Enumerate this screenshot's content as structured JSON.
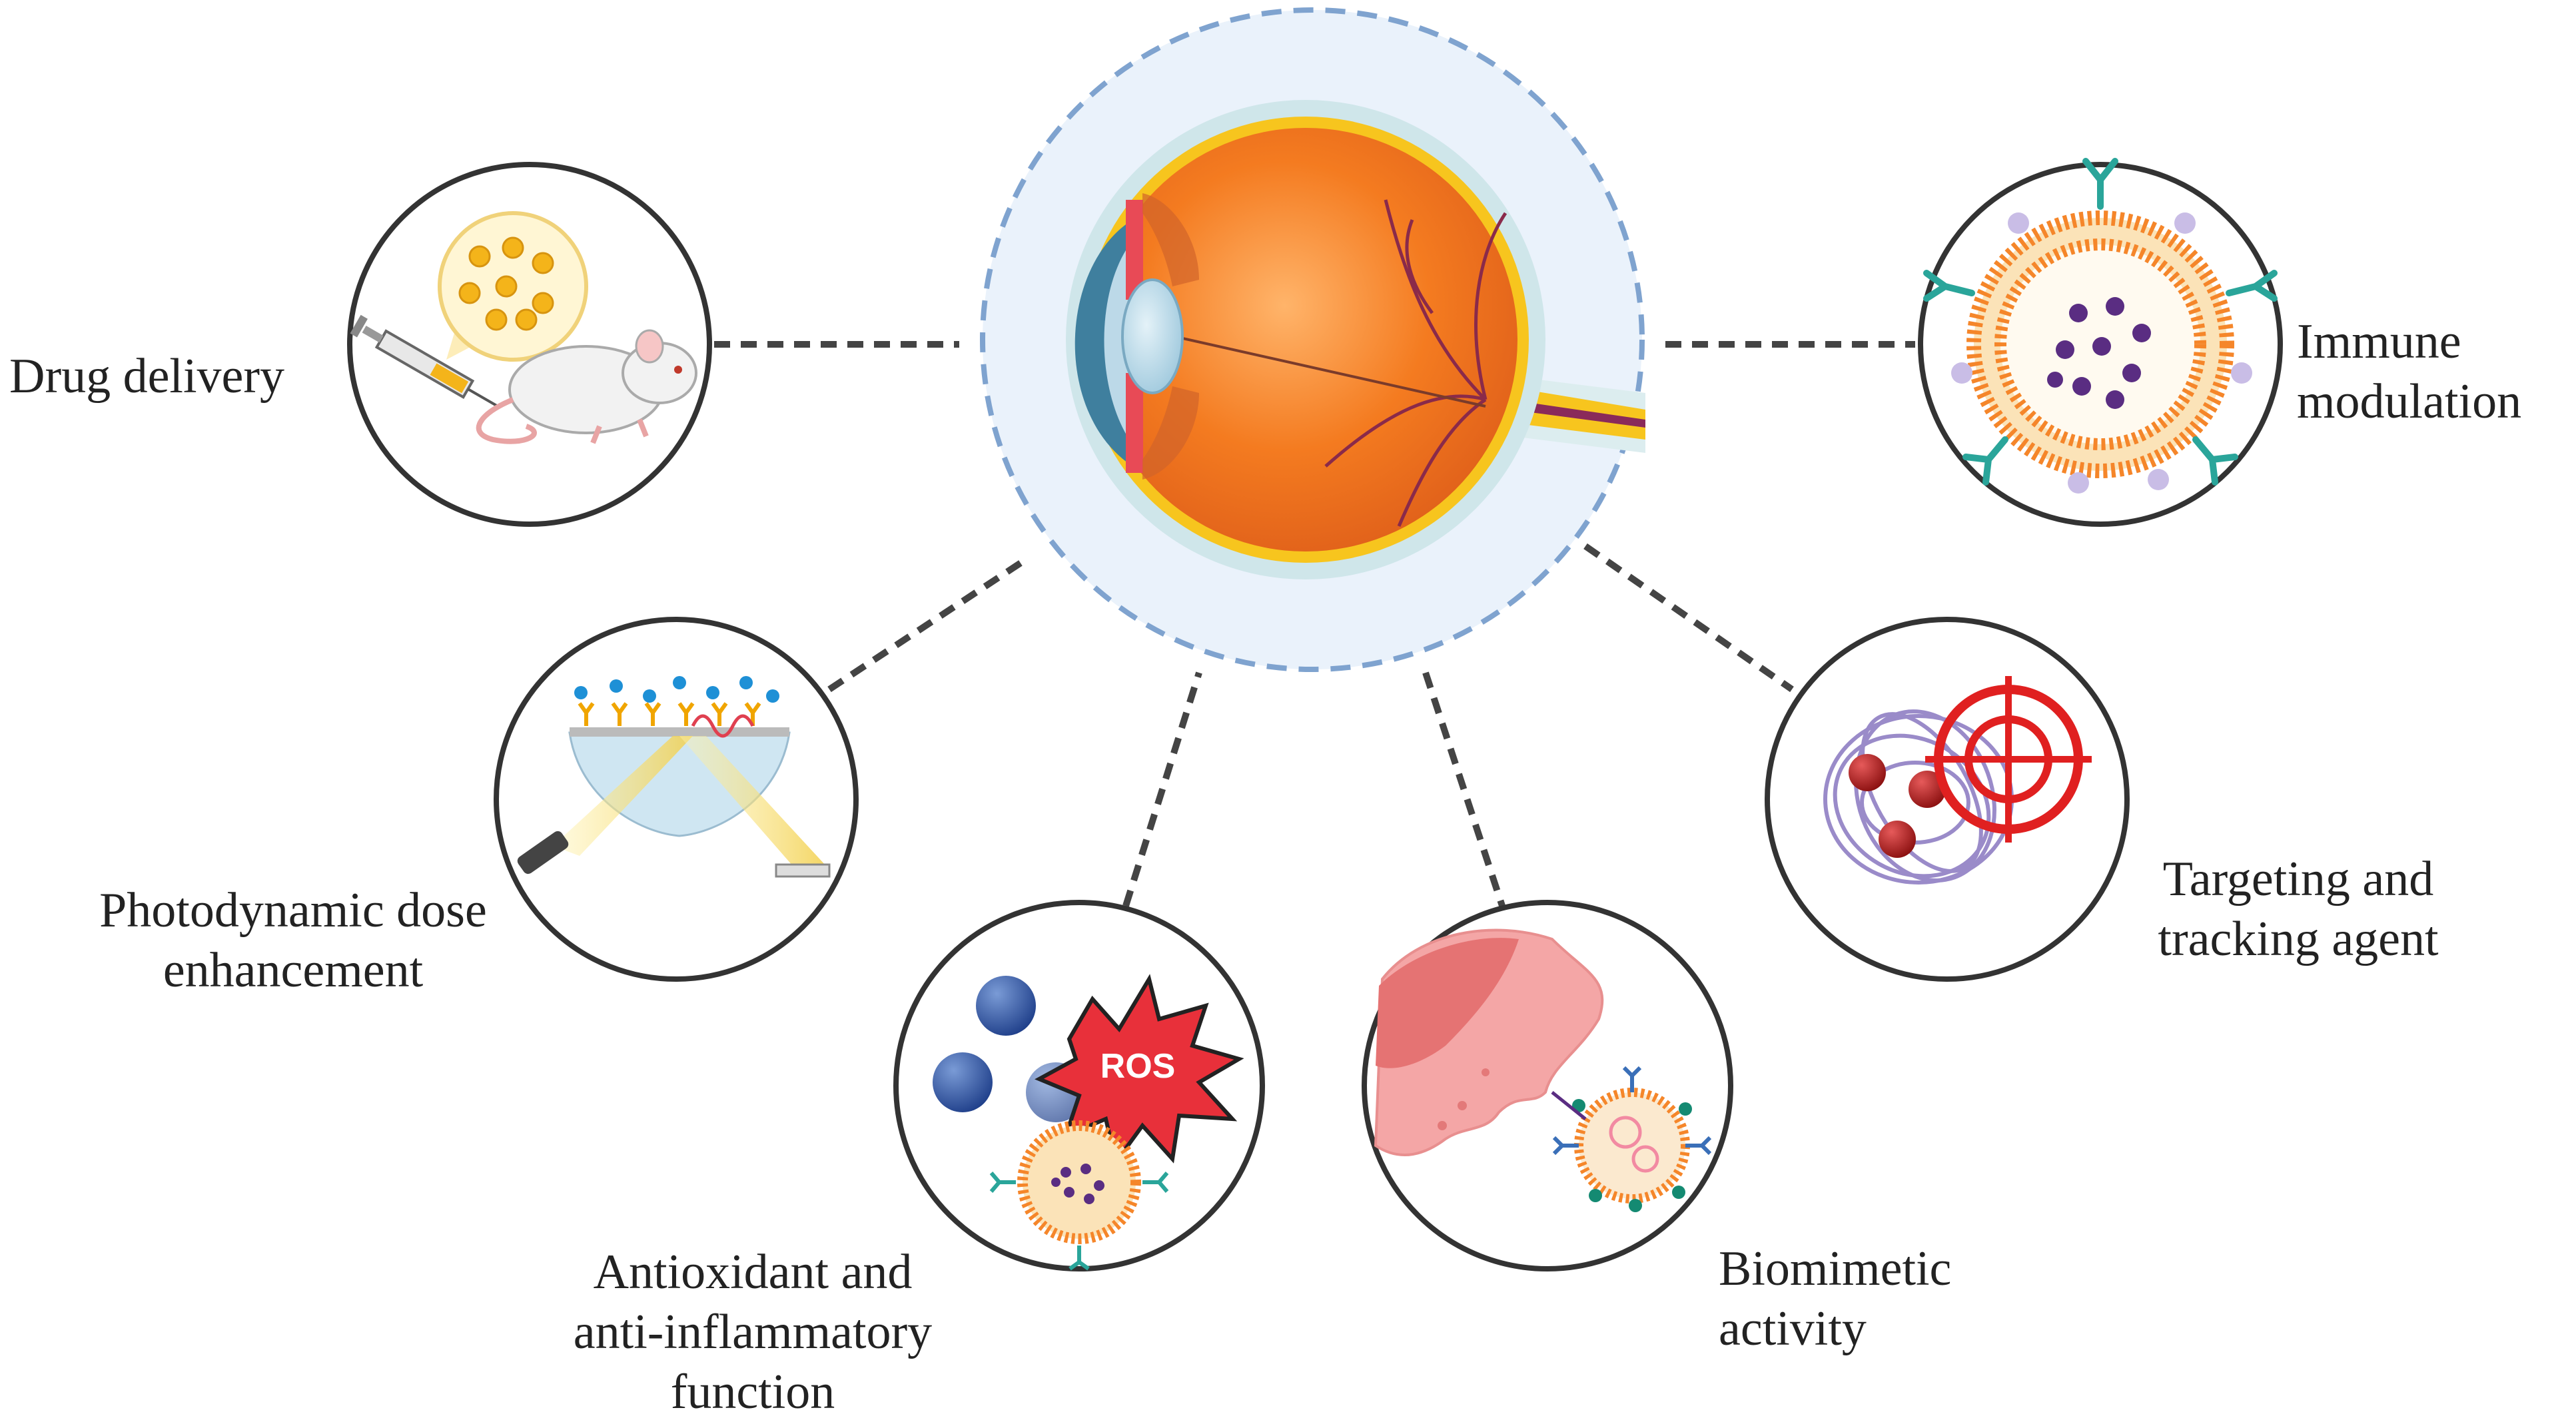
{
  "center": {
    "name": "eye-illustration"
  },
  "applications": {
    "drug_delivery": {
      "lines": [
        "Drug delivery"
      ]
    },
    "immune_modulation": {
      "lines": [
        "Immune",
        "modulation"
      ]
    },
    "photodynamic": {
      "lines": [
        "Photodynamic dose",
        "enhancement"
      ]
    },
    "targeting": {
      "lines": [
        "Targeting and",
        "tracking agent"
      ]
    },
    "antioxidant": {
      "lines": [
        "Antioxidant and",
        "anti-inflammatory",
        "function"
      ],
      "burst_label": "ROS"
    },
    "biomimetic": {
      "lines": [
        "Biomimetic",
        "activity"
      ]
    }
  },
  "colors": {
    "eye_halo": "#eaf2fb",
    "halo_border": "#7fa3cf",
    "sclera": "#dcedef",
    "retina_orange": "#f47b20",
    "lens": "#bcd9e8",
    "nerve_yellow": "#f7c51e",
    "connector": "#444444",
    "circle_stroke": "#333333",
    "nanoparticle_orange": "#f5862a",
    "target_red": "#e02020",
    "ros_red": "#e8303a"
  }
}
